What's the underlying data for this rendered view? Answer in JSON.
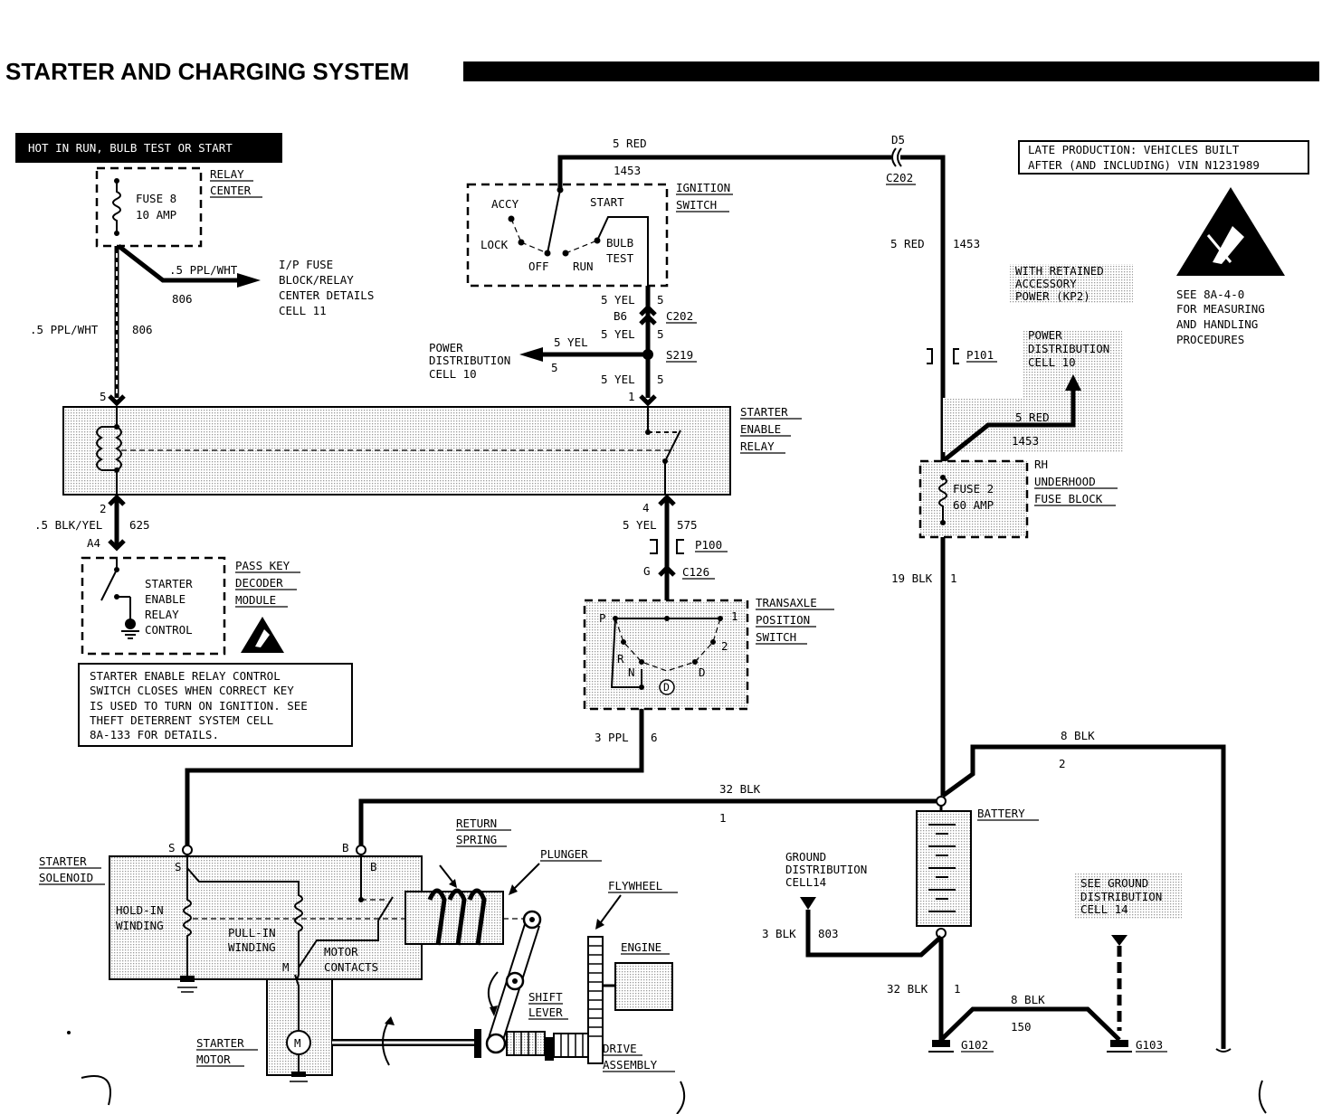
{
  "title": "STARTER AND CHARGING SYSTEM",
  "hot_label": "HOT IN RUN, BULB TEST OR START",
  "late_production": [
    "LATE PRODUCTION: VEHICLES BUILT",
    "AFTER (AND INCLUDING) VIN N1231989"
  ],
  "esd_note": [
    "SEE 8A-4-0",
    "FOR MEASURING",
    "AND HANDLING",
    "PROCEDURES"
  ],
  "relay_center": {
    "fuse": "FUSE 8",
    "amp": "10 AMP",
    "label": [
      "RELAY",
      "CENTER"
    ]
  },
  "ip_fuse": {
    "wire": ".5 PPL/WHT",
    "circuit": "806",
    "text": [
      "I/P FUSE",
      "BLOCK/RELAY",
      "CENTER DETAILS",
      "CELL 11"
    ]
  },
  "left_wire": {
    "wire": ".5 PPL/WHT",
    "circuit": "806",
    "pin": "5"
  },
  "ignition": {
    "label": [
      "IGNITION",
      "SWITCH"
    ],
    "accy": "ACCY",
    "lock": "LOCK",
    "off": "OFF",
    "run": "RUN",
    "start": "START",
    "bulb": [
      "BULB",
      "TEST"
    ],
    "red_wire": "5 RED",
    "red_circuit": "1453"
  },
  "c202_top": {
    "d5": "D5",
    "c202": "C202"
  },
  "right_red": {
    "wire": "5 RED",
    "circuit": "1453"
  },
  "retained": [
    "WITH RETAINED",
    "ACCESSORY",
    "POWER (KP2)"
  ],
  "power_dist_right": [
    "POWER",
    "DISTRIBUTION",
    "CELL 10"
  ],
  "p101": "P101",
  "fuse2": {
    "fuse": "FUSE 2",
    "amp": "60 AMP",
    "label": [
      "RH",
      "UNDERHOOD",
      "FUSE BLOCK"
    ],
    "wire": "5 RED",
    "circuit": "1453"
  },
  "yel": {
    "w1": "5 YEL",
    "n1": "5",
    "b6": "B6",
    "c202": "C202",
    "w2": "5 YEL",
    "n2": "5",
    "s219": "S219",
    "w3": "5 YEL",
    "n3": "5",
    "pin1": "1"
  },
  "power_dist_left": {
    "text": [
      "POWER",
      "DISTRIBUTION",
      "CELL 10"
    ],
    "wire": "5 YEL",
    "circuit": "5"
  },
  "starter_enable": {
    "label": [
      "STARTER",
      "ENABLE",
      "RELAY"
    ]
  },
  "blk_yel": {
    "pin": "2",
    "wire": ".5 BLK/YEL",
    "circuit": "625",
    "a4": "A4"
  },
  "pass_key": {
    "inner": [
      "STARTER",
      "ENABLE",
      "RELAY",
      "CONTROL"
    ],
    "label": [
      "PASS KEY",
      "DECODER",
      "MODULE"
    ]
  },
  "note": [
    "STARTER ENABLE RELAY CONTROL",
    "SWITCH CLOSES WHEN CORRECT KEY",
    "IS USED TO TURN ON IGNITION.  SEE",
    "THEFT DETERRENT SYSTEM CELL",
    "8A-133 FOR DETAILS."
  ],
  "yel575": {
    "pin": "4",
    "wire": "5 YEL",
    "circuit": "575",
    "p100": "P100",
    "g": "G",
    "c126": "C126"
  },
  "transaxle": {
    "label": [
      "TRANSAXLE",
      "POSITION",
      "SWITCH"
    ],
    "p": "P",
    "r": "R",
    "n": "N",
    "d_circ": "D",
    "d": "D",
    "two": "2",
    "one": "1"
  },
  "ppl": {
    "wire": "3 PPL",
    "circuit": "6"
  },
  "blk19": {
    "wire": "19 BLK",
    "circuit": "1"
  },
  "blk8_top": {
    "wire": "8 BLK",
    "circuit": "2"
  },
  "blk32": {
    "wire": "32 BLK",
    "circuit": "1"
  },
  "battery": "BATTERY",
  "ground_dist": [
    "GROUND",
    "DISTRIBUTION",
    "CELL14"
  ],
  "blk3": {
    "wire": "3 BLK",
    "circuit": "803"
  },
  "see_ground": [
    "SEE GROUND",
    "DISTRIBUTION",
    "CELL 14"
  ],
  "blk32b": {
    "wire": "32 BLK",
    "circuit": "1"
  },
  "blk8b": {
    "wire": "8 BLK",
    "circuit": "150"
  },
  "grounds": {
    "g102": "G102",
    "g103": "G103"
  },
  "solenoid": {
    "label": [
      "STARTER",
      "SOLENOID"
    ],
    "s_out": "S",
    "b_out": "B",
    "s_in": "S",
    "b_in": "B",
    "hold": [
      "HOLD-IN",
      "WINDING"
    ],
    "pull": [
      "PULL-IN",
      "WINDING"
    ],
    "motor": [
      "MOTOR",
      "CONTACTS"
    ],
    "m": "M"
  },
  "mech": {
    "return_spring": [
      "RETURN",
      "SPRING"
    ],
    "plunger": "PLUNGER",
    "flywheel": "FLYWHEEL",
    "engine": "ENGINE",
    "shift": [
      "SHIFT",
      "LEVER"
    ],
    "starter_motor": [
      "STARTER",
      "MOTOR"
    ],
    "m": "M",
    "drive": [
      "DRIVE",
      "ASSEMBLY"
    ]
  }
}
